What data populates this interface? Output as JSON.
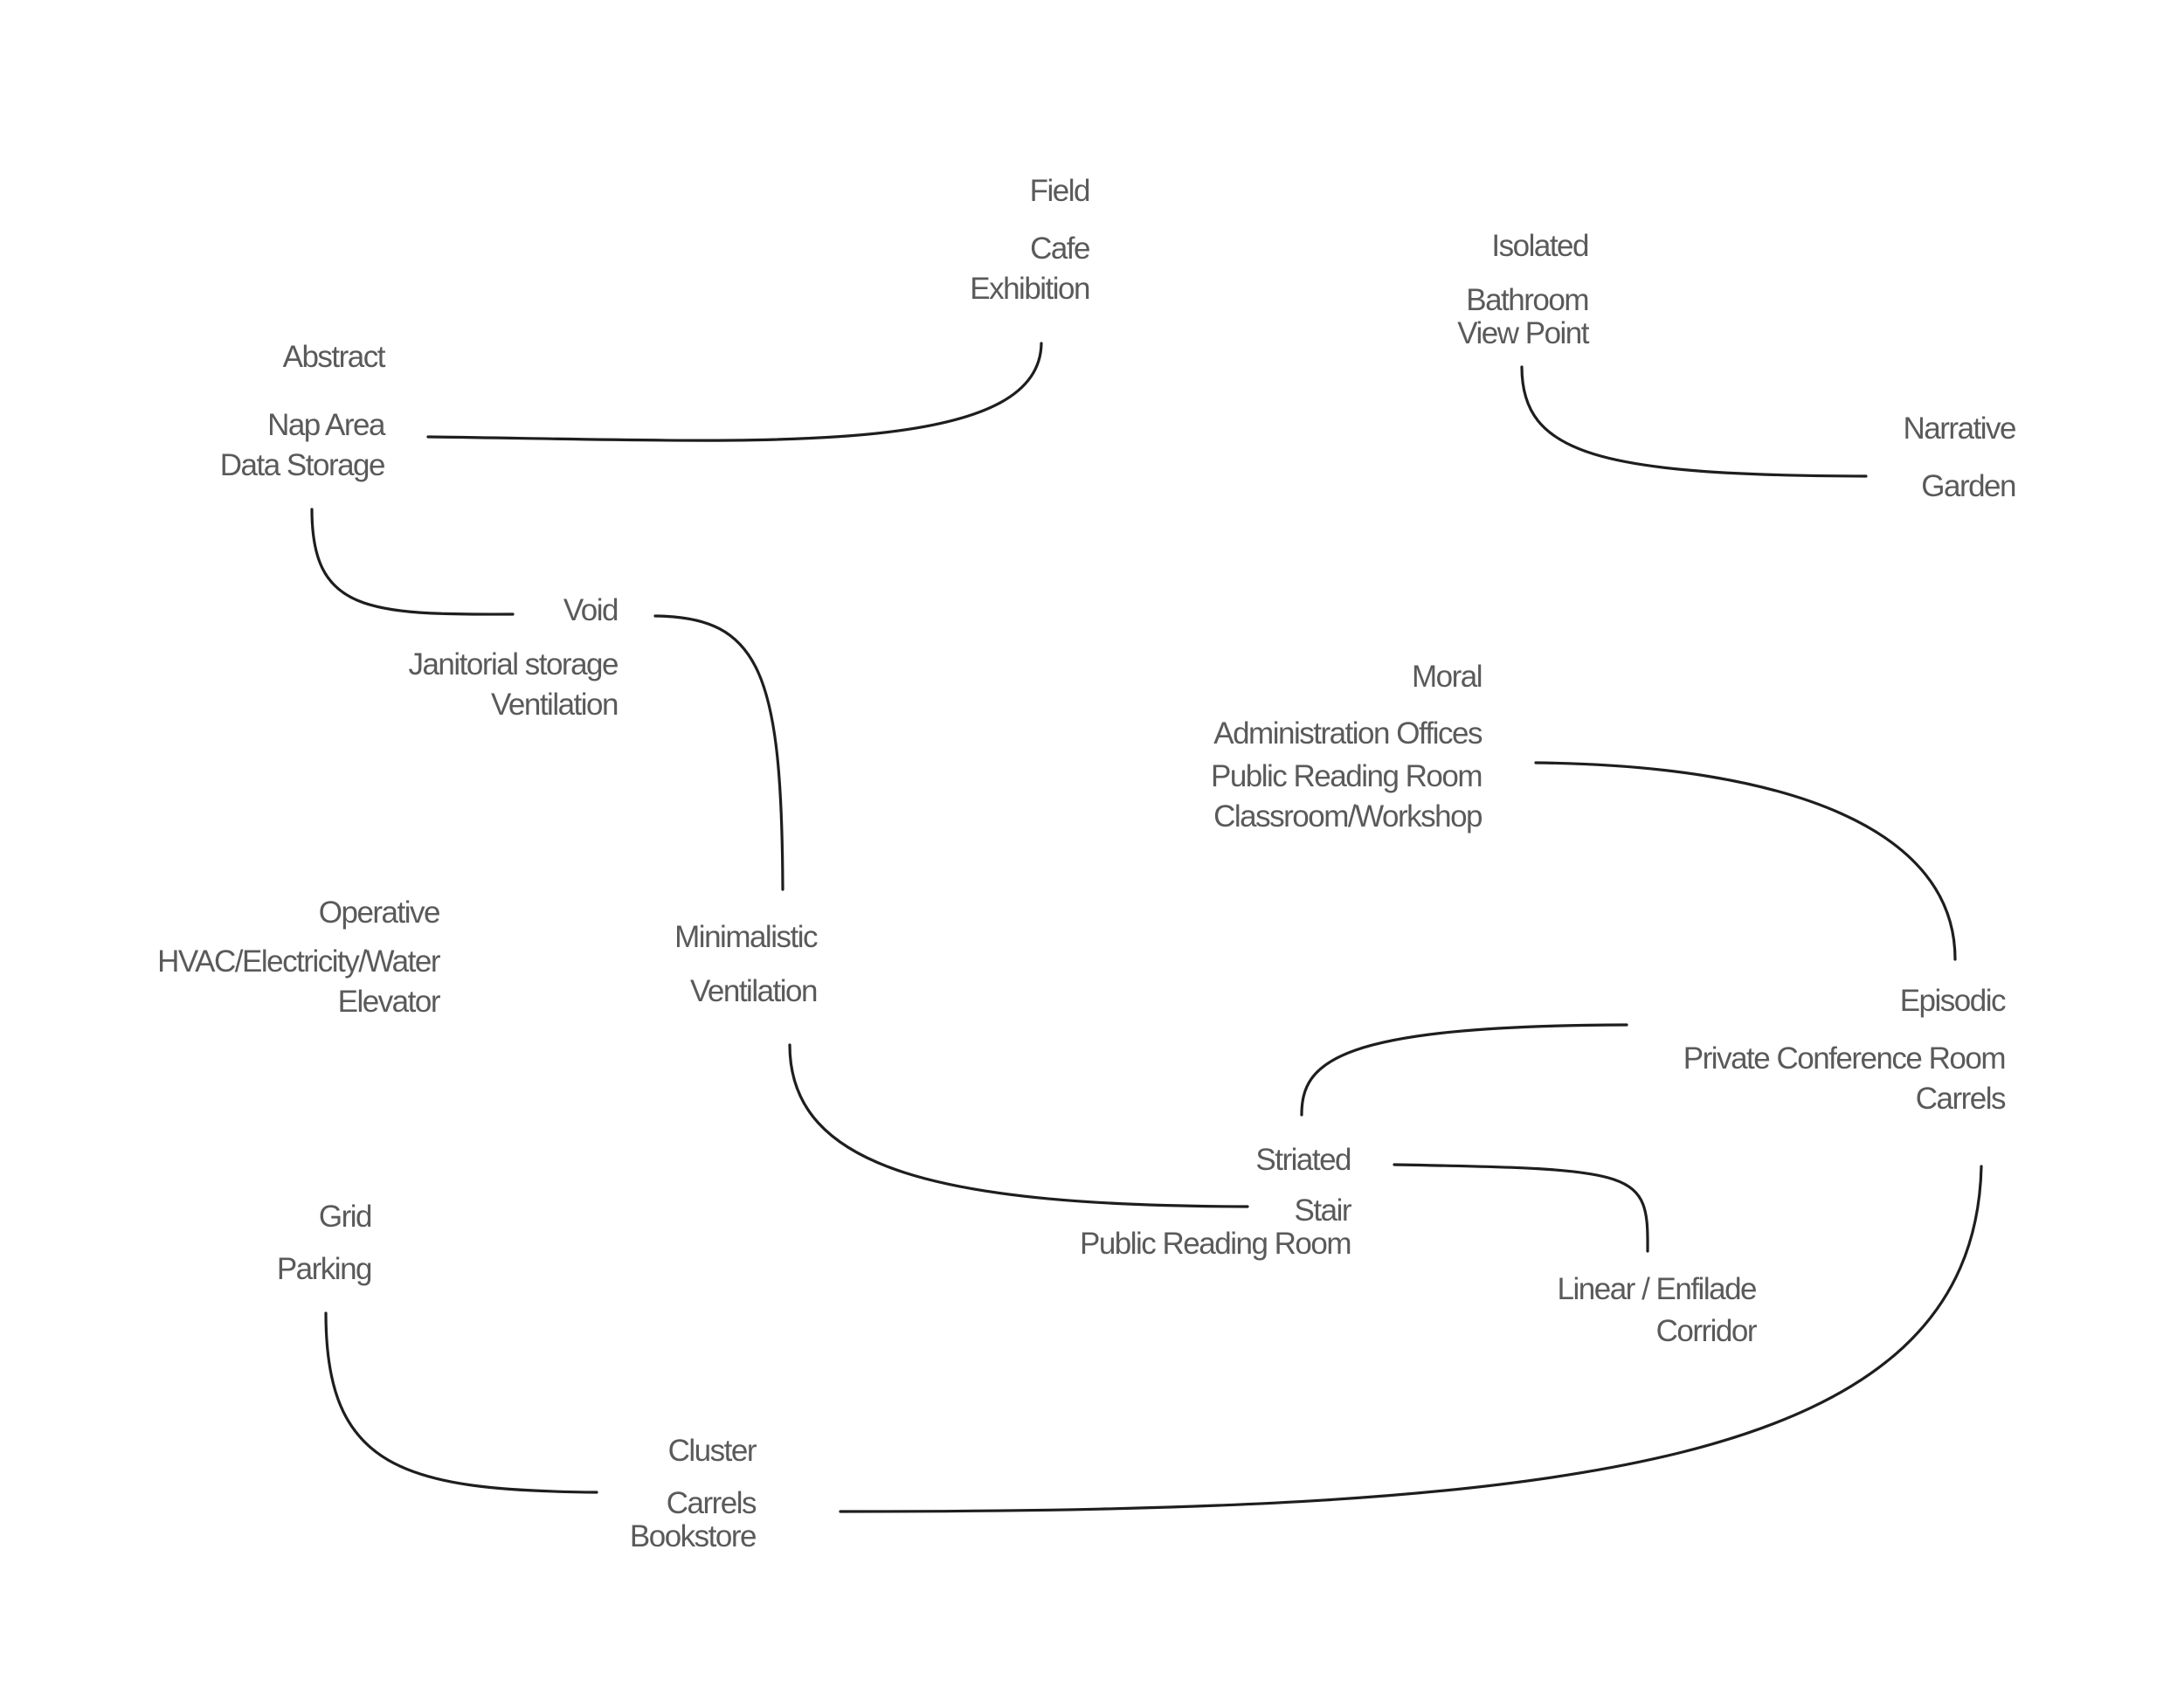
{
  "nodes": {
    "field": {
      "title": "Field",
      "items": [
        "Cafe",
        "Exhibition"
      ]
    },
    "isolated": {
      "title": "Isolated",
      "items": [
        "Bathroom",
        "View Point"
      ]
    },
    "abstract": {
      "title": "Abstract",
      "items": [
        "Nap Area",
        "Data Storage"
      ]
    },
    "narrative": {
      "title": "Narrative",
      "items": [
        "Garden"
      ]
    },
    "void": {
      "title": "Void",
      "items": [
        "Janitorial storage",
        "Ventilation"
      ]
    },
    "moral": {
      "title": "Moral",
      "items": [
        "Administration Offices",
        "Public Reading Room",
        "Classroom/Workshop"
      ]
    },
    "operative": {
      "title": "Operative",
      "items": [
        "HVAC/Electricity/Water",
        "Elevator"
      ]
    },
    "minimalistic": {
      "title": "Minimalistic",
      "items": [
        "Ventilation"
      ]
    },
    "episodic": {
      "title": "Episodic",
      "items": [
        "Private Conference Room",
        "Carrels"
      ]
    },
    "striated": {
      "title": "Striated",
      "items": [
        "Stair",
        "Public Reading Room"
      ]
    },
    "grid": {
      "title": "Grid",
      "items": [
        "Parking"
      ]
    },
    "linear": {
      "title": "Linear / Enfilade",
      "items": [
        "Corridor"
      ]
    },
    "cluster": {
      "title": "Cluster",
      "items": [
        "Carrels",
        "Bookstore"
      ]
    }
  },
  "links": [
    [
      "abstract",
      "field"
    ],
    [
      "isolated",
      "narrative"
    ],
    [
      "abstract",
      "void"
    ],
    [
      "void",
      "minimalistic"
    ],
    [
      "moral",
      "episodic"
    ],
    [
      "minimalistic",
      "striated"
    ],
    [
      "striated",
      "episodic"
    ],
    [
      "striated",
      "linear"
    ],
    [
      "grid",
      "cluster"
    ],
    [
      "cluster",
      "episodic"
    ]
  ]
}
